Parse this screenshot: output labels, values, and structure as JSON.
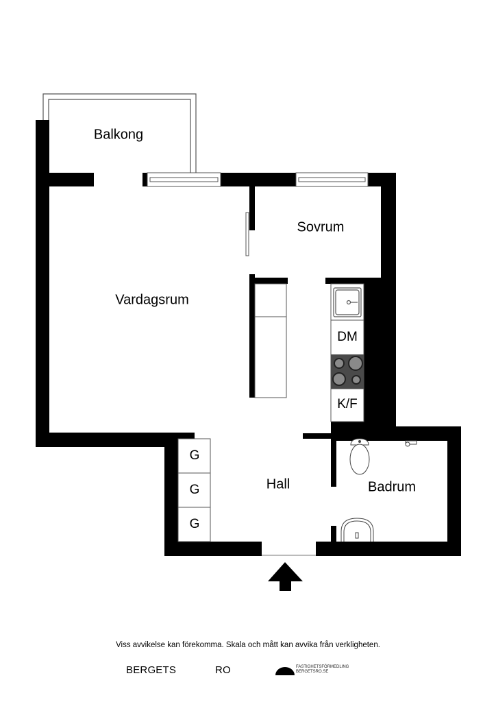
{
  "rooms": {
    "balcony": "Balkong",
    "bedroom": "Sovrum",
    "living_room": "Vardagsrum",
    "hall": "Hall",
    "bathroom": "Badrum"
  },
  "fixtures": {
    "dishwasher": "DM",
    "fridge_freezer": "K/F",
    "wardrobes": [
      "G",
      "G",
      "G"
    ]
  },
  "icons": [
    "entrance-arrow-icon",
    "kitchen-sink-icon",
    "stove-hob-icon",
    "toilet-icon",
    "washbasin-icon",
    "brand-semicircle-icon"
  ],
  "footer": {
    "disclaimer": "Viss avvikelse kan förekomma. Skala och mått kan avvika från verkligheten.",
    "brand_left": "BERGETS",
    "brand_right": "RO",
    "brand_tagline_1": "FASTIGHETSFÖRMEDLING",
    "brand_tagline_2": "BERGETSRO.SE"
  },
  "colors": {
    "wall": "#000000",
    "hob": "#4a4a4a",
    "burner": "#8a8a8a"
  }
}
